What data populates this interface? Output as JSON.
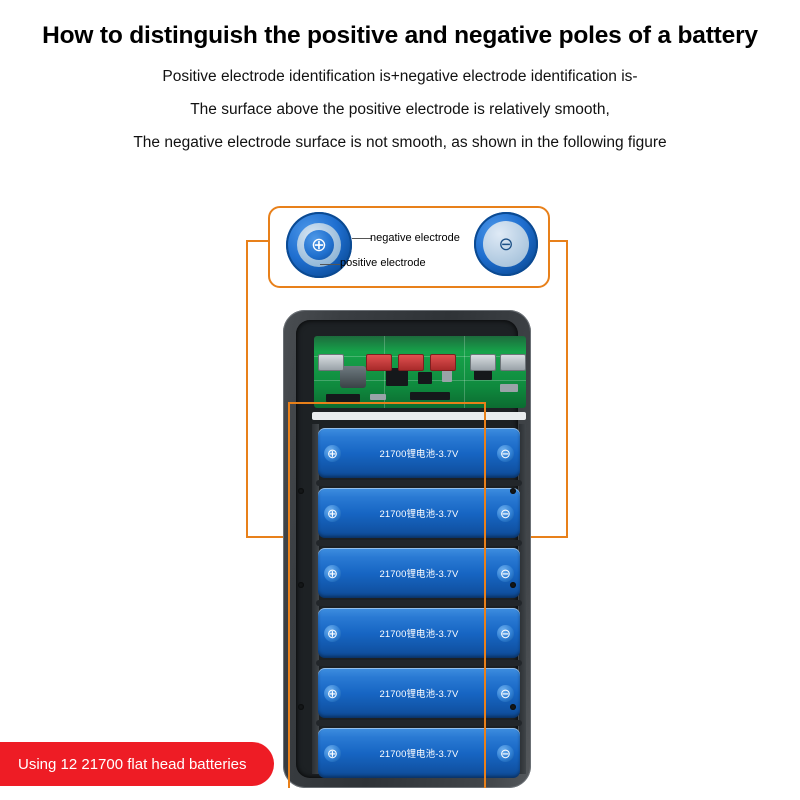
{
  "header": {
    "title": "How to distinguish the positive and negative poles of a battery",
    "lines": [
      "Positive electrode identification is+negative electrode identification is-",
      "The surface above the positive electrode is relatively smooth,",
      "The negative electrode surface is not smooth, as shown in the following figure"
    ]
  },
  "inset": {
    "positive_label": "positive electrode",
    "negative_label": "negative electrode",
    "positive_symbol": "⊕",
    "negative_symbol": "⊖"
  },
  "batteries": {
    "label": "21700锂电池-3.7V",
    "positive_symbol": "⊕",
    "negative_symbol": "⊖",
    "rows": [
      {
        "label": "21700锂电池-3.7V"
      },
      {
        "label": "21700锂电池-3.7V"
      },
      {
        "label": "21700锂电池-3.7V"
      },
      {
        "label": "21700锂电池-3.7V"
      },
      {
        "label": "21700锂电池-3.7V"
      },
      {
        "label": "21700锂电池-3.7V"
      }
    ]
  },
  "banner": {
    "text": "Using 12 21700 flat head batteries",
    "color": "#ee1c25"
  },
  "colors": {
    "accent_orange": "#e8801a",
    "battery_blue": "#1766c4",
    "pcb_green": "#16a34a",
    "shell_gray": "#3a3e42",
    "banner_red": "#ee1c25"
  }
}
